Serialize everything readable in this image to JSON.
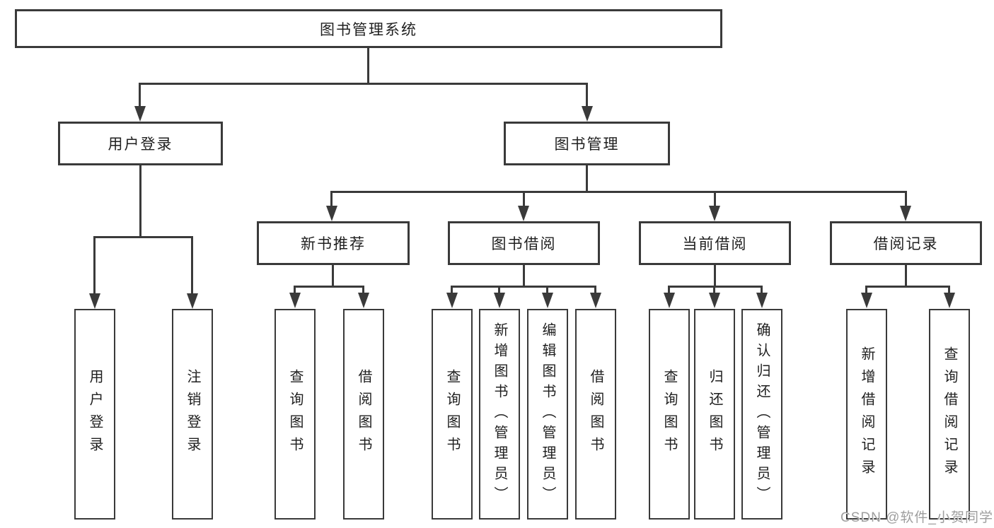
{
  "diagram": {
    "type": "hierarchy",
    "title": "图书管理系统",
    "tree": {
      "label": "图书管理系统",
      "children": [
        {
          "label": "用户登录",
          "children": [
            {
              "label": "用户登录"
            },
            {
              "label": "注销登录"
            }
          ]
        },
        {
          "label": "图书管理",
          "children": [
            {
              "label": "新书推荐",
              "children": [
                {
                  "label": "查询图书"
                },
                {
                  "label": "借阅图书"
                }
              ]
            },
            {
              "label": "图书借阅",
              "children": [
                {
                  "label": "查询图书"
                },
                {
                  "label": "新增图书（管理员）"
                },
                {
                  "label": "编辑图书（管理员）"
                },
                {
                  "label": "借阅图书"
                }
              ]
            },
            {
              "label": "当前借阅",
              "children": [
                {
                  "label": "查询图书"
                },
                {
                  "label": "归还图书"
                },
                {
                  "label": "确认归还（管理员）"
                }
              ]
            },
            {
              "label": "借阅记录",
              "children": [
                {
                  "label": "新增借阅记录"
                },
                {
                  "label": "查询借阅记录"
                }
              ]
            }
          ]
        }
      ]
    }
  },
  "nodes": {
    "root": "图书管理系统",
    "level2": [
      "用户登录",
      "图书管理"
    ],
    "level3": [
      "新书推荐",
      "图书借阅",
      "当前借阅",
      "借阅记录"
    ],
    "leaves": [
      "用户登录",
      "注销登录",
      "查询图书",
      "借阅图书",
      "查询图书",
      "新增图书（管理员）",
      "编辑图书（管理员）",
      "借阅图书",
      "查询图书",
      "归还图书",
      "确认归还（管理员）",
      "新增借阅记录",
      "查询借阅记录"
    ]
  },
  "watermark": "CSDN @软件_小贺同学",
  "colors": {
    "line": "#3a3a3a",
    "box_border": "#3a3a3a",
    "box_fill": "#ffffff",
    "text": "#1f1f1f",
    "watermark": "#9e9e9e",
    "background": "#ffffff"
  }
}
